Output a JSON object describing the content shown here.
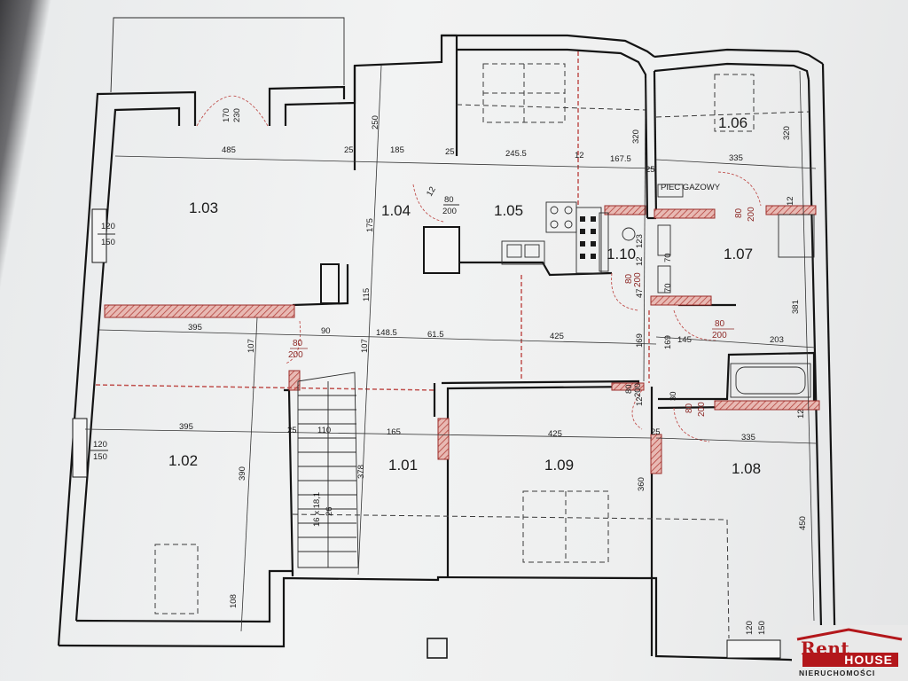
{
  "plan": {
    "rooms": [
      "1.01",
      "1.02",
      "1.03",
      "1.04",
      "1.05",
      "1.06",
      "1.07",
      "1.08",
      "1.09",
      "1.10"
    ],
    "annotations": [
      "PIEC GAZOWY"
    ],
    "dimensions": {
      "d485": "485",
      "d25a": "25",
      "d185": "185",
      "d25b": "25",
      "d245": "245.5",
      "d12a": "12",
      "d167": "167.5",
      "d25c": "25",
      "d335a": "335",
      "d250": "250",
      "d320a": "320",
      "d320b": "320",
      "d175": "175",
      "d115": "115",
      "d12b": "12",
      "d395a": "395",
      "d90": "90",
      "d148": "148.5",
      "d615": "61.5",
      "d425a": "425",
      "d169a": "169",
      "d145": "145",
      "d203": "203",
      "d107a": "107",
      "d107b": "107",
      "d169b": "169",
      "d381": "381",
      "d12c": "12",
      "d12d": "12",
      "d395b": "395",
      "d25d": "25",
      "d110": "110",
      "d165": "165",
      "d425b": "425",
      "d335b": "335",
      "d25e": "25",
      "d390": "390",
      "d378": "378",
      "d360": "360",
      "d450": "450",
      "d108": "108",
      "d26": "26",
      "stairs": "16 x 18,1",
      "d170": "170",
      "d230": "230",
      "d120a": "120",
      "d150a": "150",
      "d120b": "120",
      "d150b": "150",
      "d120c": "120",
      "d150c": "150",
      "d70a": "70",
      "d70b": "70",
      "d47": "47",
      "d12e": "12",
      "d123": "123",
      "d12f": "12",
      "d30": "30"
    },
    "doors": {
      "door_a": {
        "w": "80",
        "h": "200"
      },
      "door_b": {
        "w": "80",
        "h": "200"
      },
      "door_c": {
        "w": "80",
        "h": "200"
      },
      "door_d": {
        "w": "80",
        "h": "200"
      },
      "door_e": {
        "w": "80",
        "h": "200"
      },
      "door_f": {
        "w": "80",
        "h": "200"
      },
      "door_g": {
        "w": "80",
        "h": "200"
      }
    }
  },
  "branding": {
    "name_top": "Rent",
    "name_bottom": "HOUSE",
    "tagline": "NIERUCHOMOŚCI",
    "color_red": "#b3171b"
  }
}
